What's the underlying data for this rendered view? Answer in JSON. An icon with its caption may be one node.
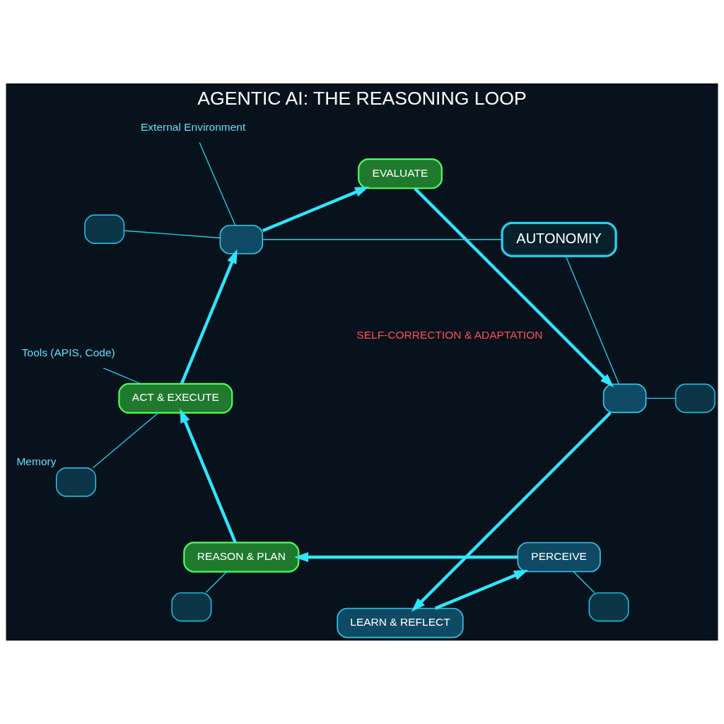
{
  "diagram": {
    "title": "AGENTIC AI: THE REASONING LOOP",
    "nodes": [
      {
        "text": [
          "PERCEIVE"
        ]
      },
      {
        "text": [
          "REASON & PLAN"
        ]
      },
      {
        "text": [
          "ACT & EXECUTE"
        ]
      },
      {
        "text": [],
        "shape": "box"
      },
      {
        "text": [
          "EVALUATE"
        ]
      },
      {
        "text": [],
        "shape": "box"
      },
      {
        "text": [
          "LEARN & REFLECT"
        ]
      },
      {
        "text": [
          "AUTONOMIY"
        ]
      },
      {
        "text": [],
        "shape": "box"
      },
      {
        "text": [],
        "shape": "box"
      },
      {
        "text": [],
        "shape": "box",
        "beside": [
          "Memory"
        ]
      },
      {
        "text": [
          "Tools (APIS, Code)"
        ]
      },
      {
        "text": [
          "External Environment"
        ]
      },
      {
        "text": [],
        "shape": "box"
      },
      {
        "text": [],
        "shape": "box"
      }
    ],
    "edges": [
      {
        "from": 0,
        "to": 1,
        "arrow": "to",
        "style": "thick"
      },
      {
        "from": 1,
        "to": 2,
        "arrow": "to",
        "style": "thick"
      },
      {
        "from": 2,
        "to": 3,
        "arrow": "to",
        "style": "thick"
      },
      {
        "from": 3,
        "to": 4,
        "arrow": "to",
        "style": "thick"
      },
      {
        "from": 4,
        "to": 5,
        "arrow": "to",
        "style": "thick"
      },
      {
        "from": 5,
        "to": 6,
        "arrow": "to",
        "style": "thick"
      },
      {
        "from": 6,
        "to": 0,
        "arrow": "to",
        "style": "thick"
      },
      {
        "from": 8,
        "to": 0,
        "arrow": "none"
      },
      {
        "from": 1,
        "to": 9,
        "arrow": "none"
      },
      {
        "from": 10,
        "to": 2,
        "arrow": "none"
      },
      {
        "from": 2,
        "to": 11,
        "arrow": "none"
      },
      {
        "from": 3,
        "to": 12,
        "arrow": "none"
      },
      {
        "from": 13,
        "to": 5,
        "arrow": "none"
      },
      {
        "from": 3,
        "to": 14,
        "arrow": "none"
      },
      {
        "from": 5,
        "to": 7,
        "arrow": "none"
      },
      {
        "from": 7,
        "to": 3,
        "arrow": "none"
      }
    ],
    "labels": [
      "SELF-CORRECTION & ADAPTATION"
    ]
  }
}
